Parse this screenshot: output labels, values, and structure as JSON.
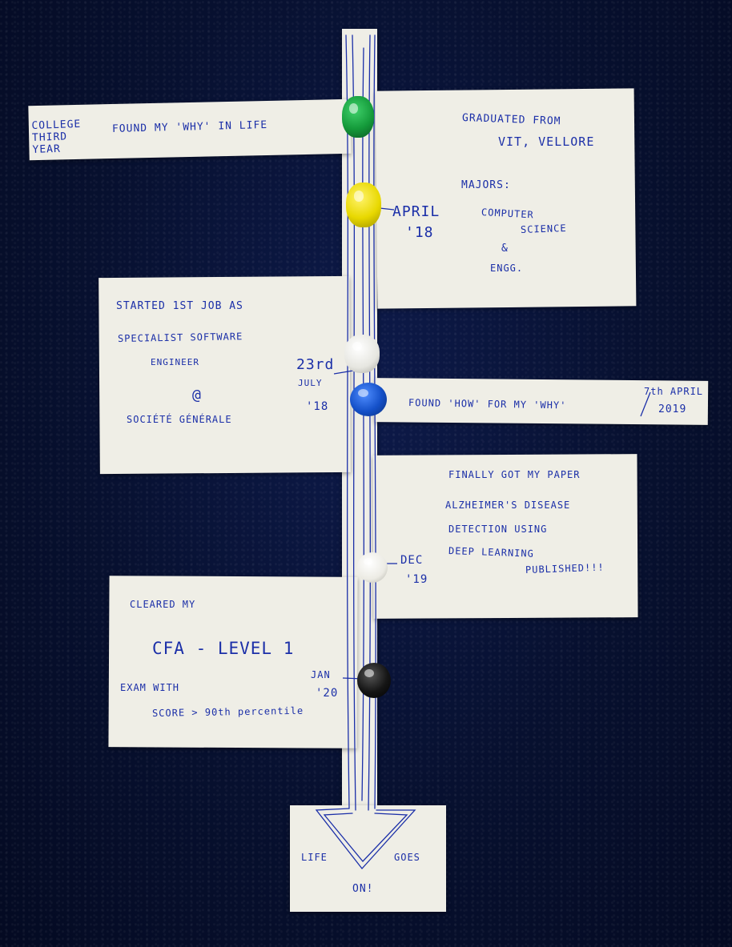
{
  "notes": {
    "college": {
      "label": "COLLEGE THIRD YEAR",
      "text": "FOUND MY 'WHY' IN LIFE"
    },
    "graduated": {
      "line1": "GRADUATED FROM",
      "line2": "VIT, VELLORE",
      "line3": "MAJORS:",
      "line4": "COMPUTER",
      "line5": "SCIENCE",
      "line6": "&",
      "line7": "ENGG."
    },
    "graduated_date": {
      "month": "APRIL",
      "year": "'18"
    },
    "job": {
      "line1": "STARTED 1ST JOB AS",
      "line2": "SPECIALIST SOFTWARE",
      "line3": "ENGINEER",
      "line4": "@",
      "line5": "SOCIÉTÉ GÉNÉRALE"
    },
    "job_date": {
      "day": "23rd",
      "month": "JULY",
      "year": "'18"
    },
    "how": {
      "text": "FOUND 'HOW' FOR MY 'WHY'",
      "date1": "7th APRIL",
      "date2": "2019"
    },
    "paper": {
      "line1": "FINALLY GOT MY PAPER",
      "line2": "ALZHEIMER'S DISEASE",
      "line3": "DETECTION USING",
      "line4": "DEEP LEARNING",
      "line5": "PUBLISHED!!!"
    },
    "paper_date": {
      "month": "DEC",
      "year": "'19"
    },
    "cfa": {
      "line1": "CLEARED MY",
      "line2": "CFA - LEVEL 1",
      "line3": "EXAM WITH",
      "line4": "SCORE > 90th percentile"
    },
    "cfa_date": {
      "month": "JAN",
      "year": "'20"
    },
    "end": {
      "left": "LIFE",
      "right": "GOES",
      "bottom": "ON!"
    }
  },
  "colors": {
    "background": "#07102f",
    "paper": "#efeee6",
    "ink": "#1b2fa8",
    "pin_green": "#149a3a",
    "pin_yellow": "#e8d800",
    "pin_white": "#f2f2ee",
    "pin_blue": "#1450c8",
    "pin_black": "#151515"
  }
}
